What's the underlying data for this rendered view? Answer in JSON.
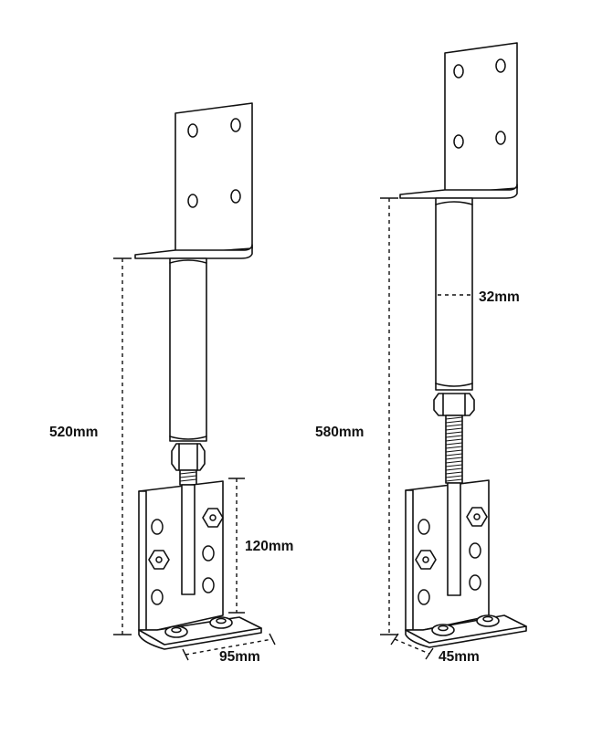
{
  "left_support": {
    "height_label": "520mm",
    "base_height_label": "120mm",
    "width_label": "95mm"
  },
  "right_support": {
    "height_label": "580mm",
    "tube_diameter_label": "32mm",
    "depth_label": "45mm"
  }
}
